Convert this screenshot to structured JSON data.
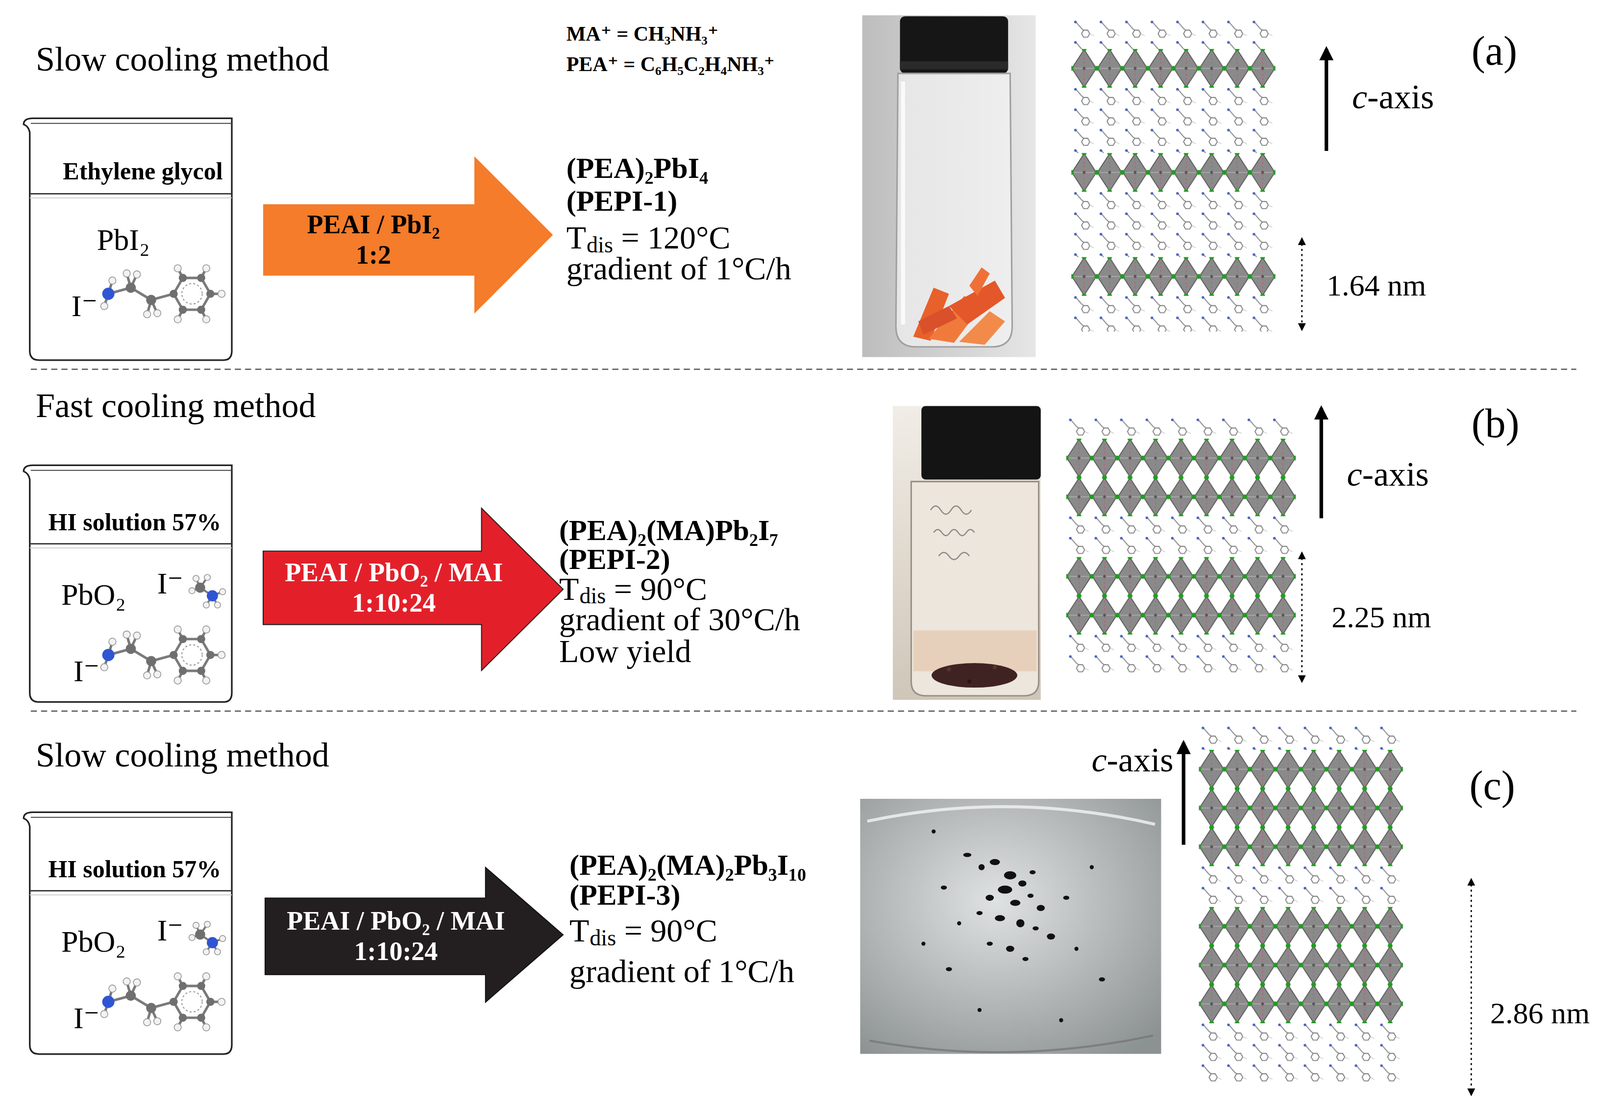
{
  "diagram": {
    "nodes": [
      {
        "text": [
          "Ethylene glycol",
          "PbI₂",
          "I⁻"
        ]
      },
      {
        "text": [
          "PEAI / PbI₂ 1:2"
        ]
      },
      {
        "text": [
          "HI solution 57%",
          "PbO₂",
          "I⁻",
          "I⁻"
        ]
      },
      {
        "text": [
          "PEAI / PbO₂ / MAI 1:10:24"
        ]
      },
      {
        "text": [
          "HI solution 57%",
          "PbO₂",
          "I⁻",
          "I⁻"
        ]
      },
      {
        "text": [
          "PEAI / PbO₂ / MAI 1:10:24"
        ]
      }
    ],
    "labels": [
      "Slow cooling method",
      "MA⁺ = CH₃NH₃⁺",
      "PEA⁺ = C₆H₅C₂H₄NH₃⁺",
      "(PEA)₂PbI₄",
      "(PEPI-1)",
      "T",
      "dis",
      "= 120°C",
      "gradient of 1°C/h",
      "c-axis",
      "1.64 nm",
      "(a)",
      "Fast cooling method",
      "(PEA)₂(MA)Pb₂I₇",
      "(PEPI-2)",
      "T",
      "dis",
      "= 90°C",
      "gradient of 30°C/h",
      "Low yield",
      "c-axis",
      "2.25 nm",
      "(b)",
      "Slow cooling method",
      "(PEA)₂(MA)₂Pb₃I₁₀",
      "(PEPI-3)",
      "T",
      "dis",
      "= 90°C",
      "gradient of 1°C/h",
      "c-axis",
      "2.86 nm",
      "(c)"
    ]
  }
}
